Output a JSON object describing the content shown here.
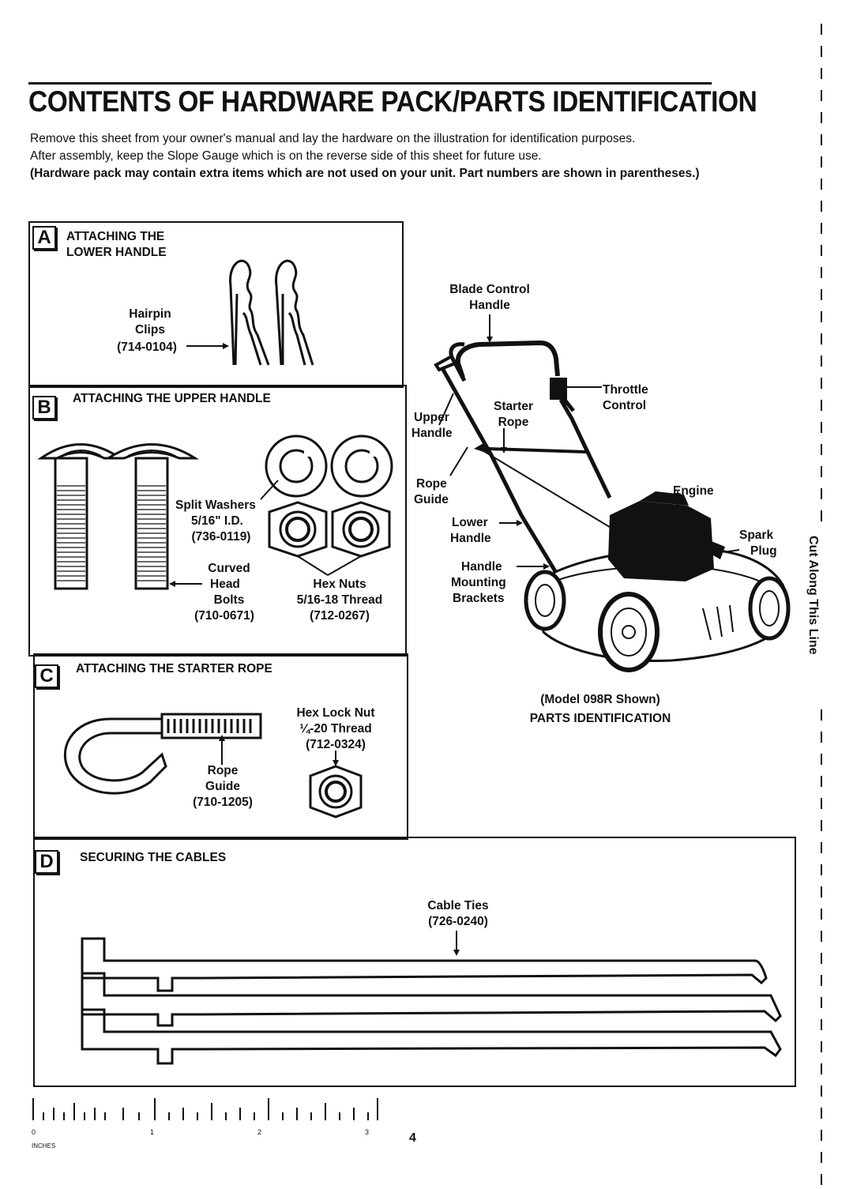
{
  "title": "CONTENTS OF HARDWARE PACK/PARTS IDENTIFICATION",
  "intro": {
    "line1": "Remove this sheet from your owner's manual and lay the hardware on the illustration for identification purposes.",
    "line2": "After assembly, keep the Slope Gauge which is on the reverse side of this sheet for future use.",
    "bold_line": "(Hardware pack may contain extra items which are not used on your unit. Part numbers are shown in parentheses.)"
  },
  "sections": {
    "a": {
      "letter": "A",
      "title_line1": "ATTACHING THE",
      "title_line2": "LOWER HANDLE",
      "hairpin_l1": "Hairpin",
      "hairpin_l2": "Clips",
      "hairpin_part": "(714-0104)"
    },
    "b": {
      "letter": "B",
      "title": "ATTACHING THE UPPER HANDLE",
      "washer_l1": "Split Washers",
      "washer_l2": "5/16\" I.D.",
      "washer_part": "(736-0119)",
      "bolt_l1": "Curved",
      "bolt_l2": "Head",
      "bolt_l3": "Bolts",
      "bolt_part": "(710-0671)",
      "nut_l1": "Hex Nuts",
      "nut_l2": "5/16-18 Thread",
      "nut_part": "(712-0267)"
    },
    "c": {
      "letter": "C",
      "title": "ATTACHING THE STARTER ROPE",
      "locknut_l1": "Hex Lock Nut",
      "locknut_l2": "¼-20 Thread",
      "locknut_part": "(712-0324)",
      "guide_l1": "Rope",
      "guide_l2": "Guide",
      "guide_part": "(710-1205)"
    },
    "d": {
      "letter": "D",
      "title": "SECURING THE CABLES",
      "ties_l1": "Cable Ties",
      "ties_part": "(726-0240)"
    }
  },
  "mower": {
    "blade_control_l1": "Blade Control",
    "blade_control_l2": "Handle",
    "throttle_l1": "Throttle",
    "throttle_l2": "Control",
    "starter_l1": "Starter",
    "starter_l2": "Rope",
    "upper_l1": "Upper",
    "upper_l2": "Handle",
    "rope_guide_l1": "Rope",
    "rope_guide_l2": "Guide",
    "engine": "Engine",
    "lower_l1": "Lower",
    "lower_l2": "Handle",
    "spark_l1": "Spark",
    "spark_l2": "Plug",
    "brackets_l1": "Handle",
    "brackets_l2": "Mounting",
    "brackets_l3": "Brackets",
    "model_caption": "(Model 098R Shown)",
    "parts_caption": "PARTS IDENTIFICATION"
  },
  "cut_line": "Cut Along This Line",
  "ruler": {
    "ticks": [
      "0",
      "1",
      "2",
      "3"
    ],
    "unit": "INCHES"
  },
  "page_number": "4"
}
